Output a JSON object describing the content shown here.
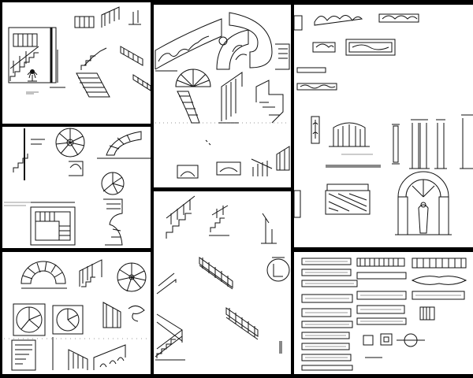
{
  "theme": {
    "border": "#000000",
    "paper": "#ffffff",
    "ink": "#111111"
  },
  "panels": [
    {
      "name": "stair-elevation-sheet"
    },
    {
      "name": "curved-staircase-sheet"
    },
    {
      "name": "ornamental-ironwork-columns-sheet"
    },
    {
      "name": "spiral-staircase-plans-sheet"
    },
    {
      "name": "handrail-stair-sections-sheet"
    },
    {
      "name": "spiral-stair-details-sheet"
    },
    {
      "name": "straight-stair-railings-sheet"
    },
    {
      "name": "railing-elevations-sheet"
    }
  ]
}
